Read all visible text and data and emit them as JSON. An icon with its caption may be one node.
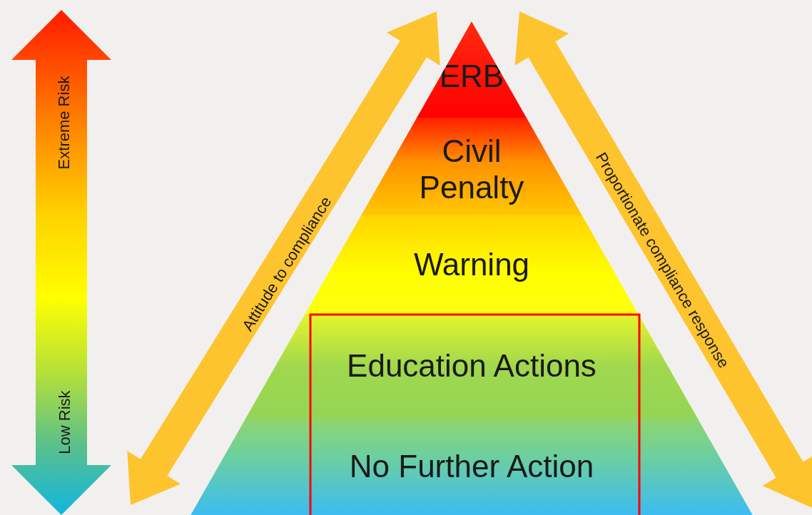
{
  "diagram": {
    "nodes": [
      {
        "text": [
          "ERB"
        ]
      },
      {
        "text": [
          "Civil Penalty"
        ]
      },
      {
        "text": [
          "Warning"
        ]
      },
      {
        "text": [
          "Education Actions"
        ]
      },
      {
        "text": [
          "No Further Action"
        ]
      }
    ],
    "labels": [
      "Extreme Risk",
      "Low Risk",
      "Attitude to compliance",
      "Proportionate compliance response"
    ]
  }
}
